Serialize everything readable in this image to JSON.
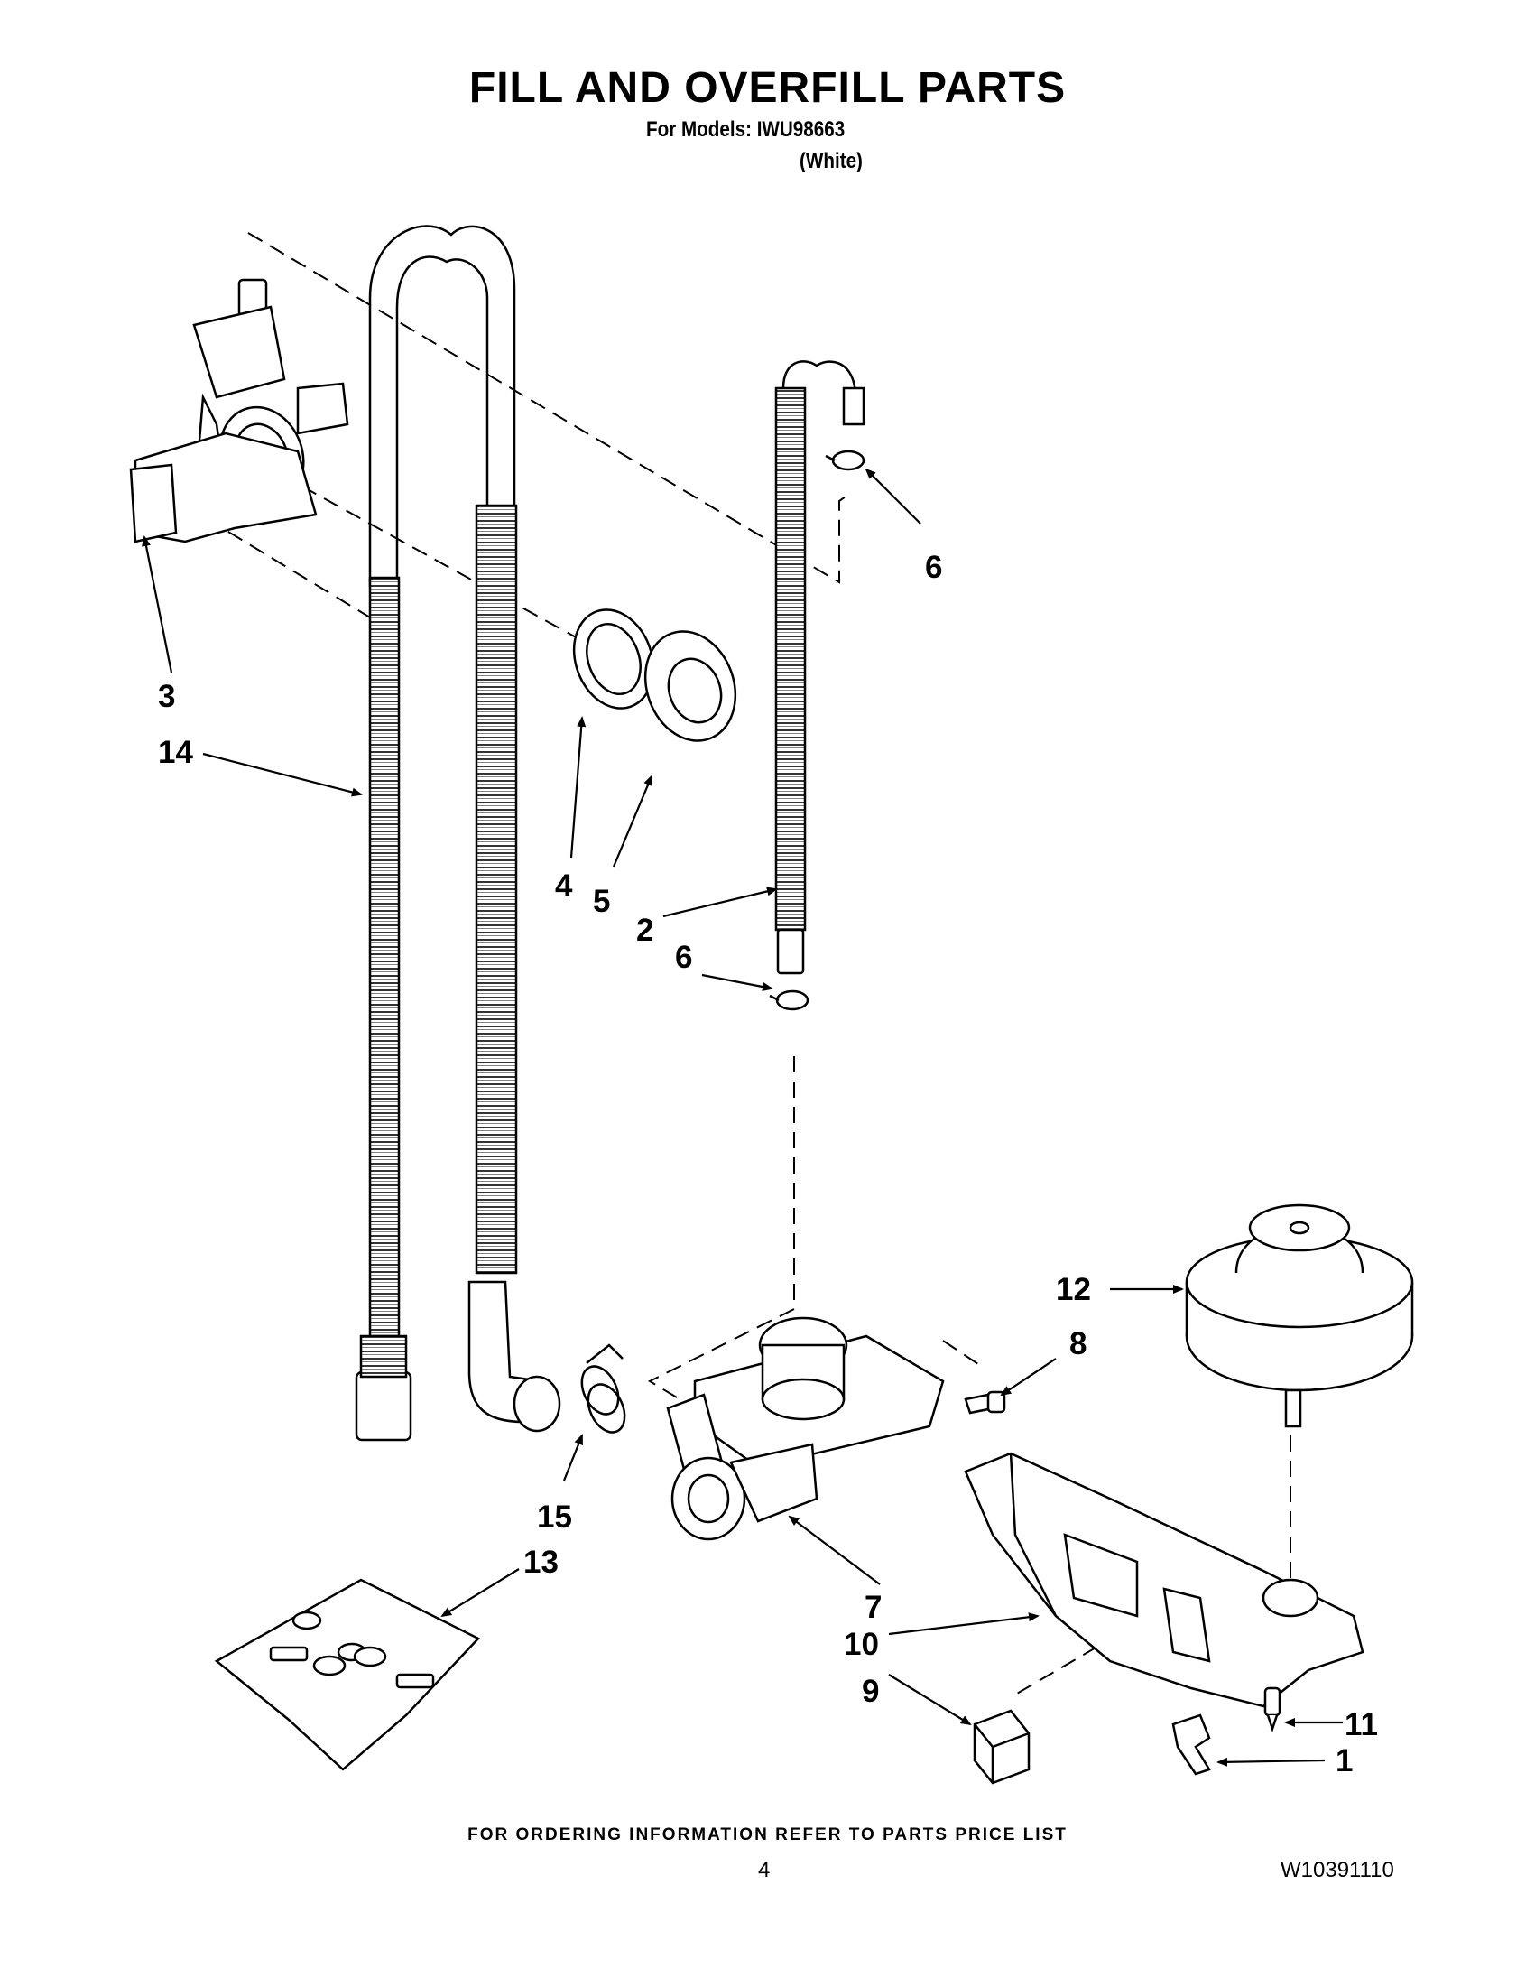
{
  "header": {
    "title": "FILL AND OVERFILL PARTS",
    "models_line": "For Models: IWU98663",
    "color_line": "(White)"
  },
  "diagram": {
    "callouts": [
      "1",
      "2",
      "3",
      "4",
      "5",
      "6",
      "6",
      "7",
      "8",
      "9",
      "10",
      "11",
      "12",
      "13",
      "14",
      "15"
    ]
  },
  "footer": {
    "ordering_note": "FOR ORDERING INFORMATION REFER TO PARTS PRICE LIST",
    "page_number": "4",
    "document_number": "W10391110"
  }
}
